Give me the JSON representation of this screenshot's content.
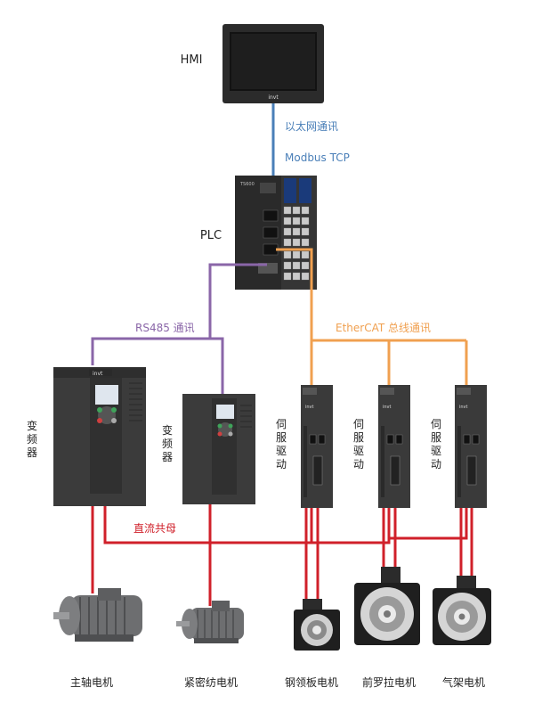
{
  "colors": {
    "ethernet": "#4a7fb8",
    "rs485": "#8a66a8",
    "ethercat": "#f0a050",
    "dc_bus": "#d0202a",
    "device_dark": "#3a3a3a",
    "text": "#222222"
  },
  "labels": {
    "hmi": "HMI",
    "plc": "PLC",
    "ethernet_line1": "以太网通讯",
    "ethernet_line2": "Modbus TCP",
    "rs485": "RS485 通讯",
    "ethercat": "EtherCAT 总线通讯",
    "dc_bus": "直流共母",
    "vfd1": "变频器",
    "vfd2": "变频器",
    "servo1": "伺服驱动",
    "servo2": "伺服驱动",
    "servo3": "伺服驱动"
  },
  "motors": [
    "主轴电机",
    "紧密纺电机",
    "钢领板电机",
    "前罗拉电机",
    "气架电机"
  ],
  "brand": "invt",
  "plc_model": "TS600"
}
